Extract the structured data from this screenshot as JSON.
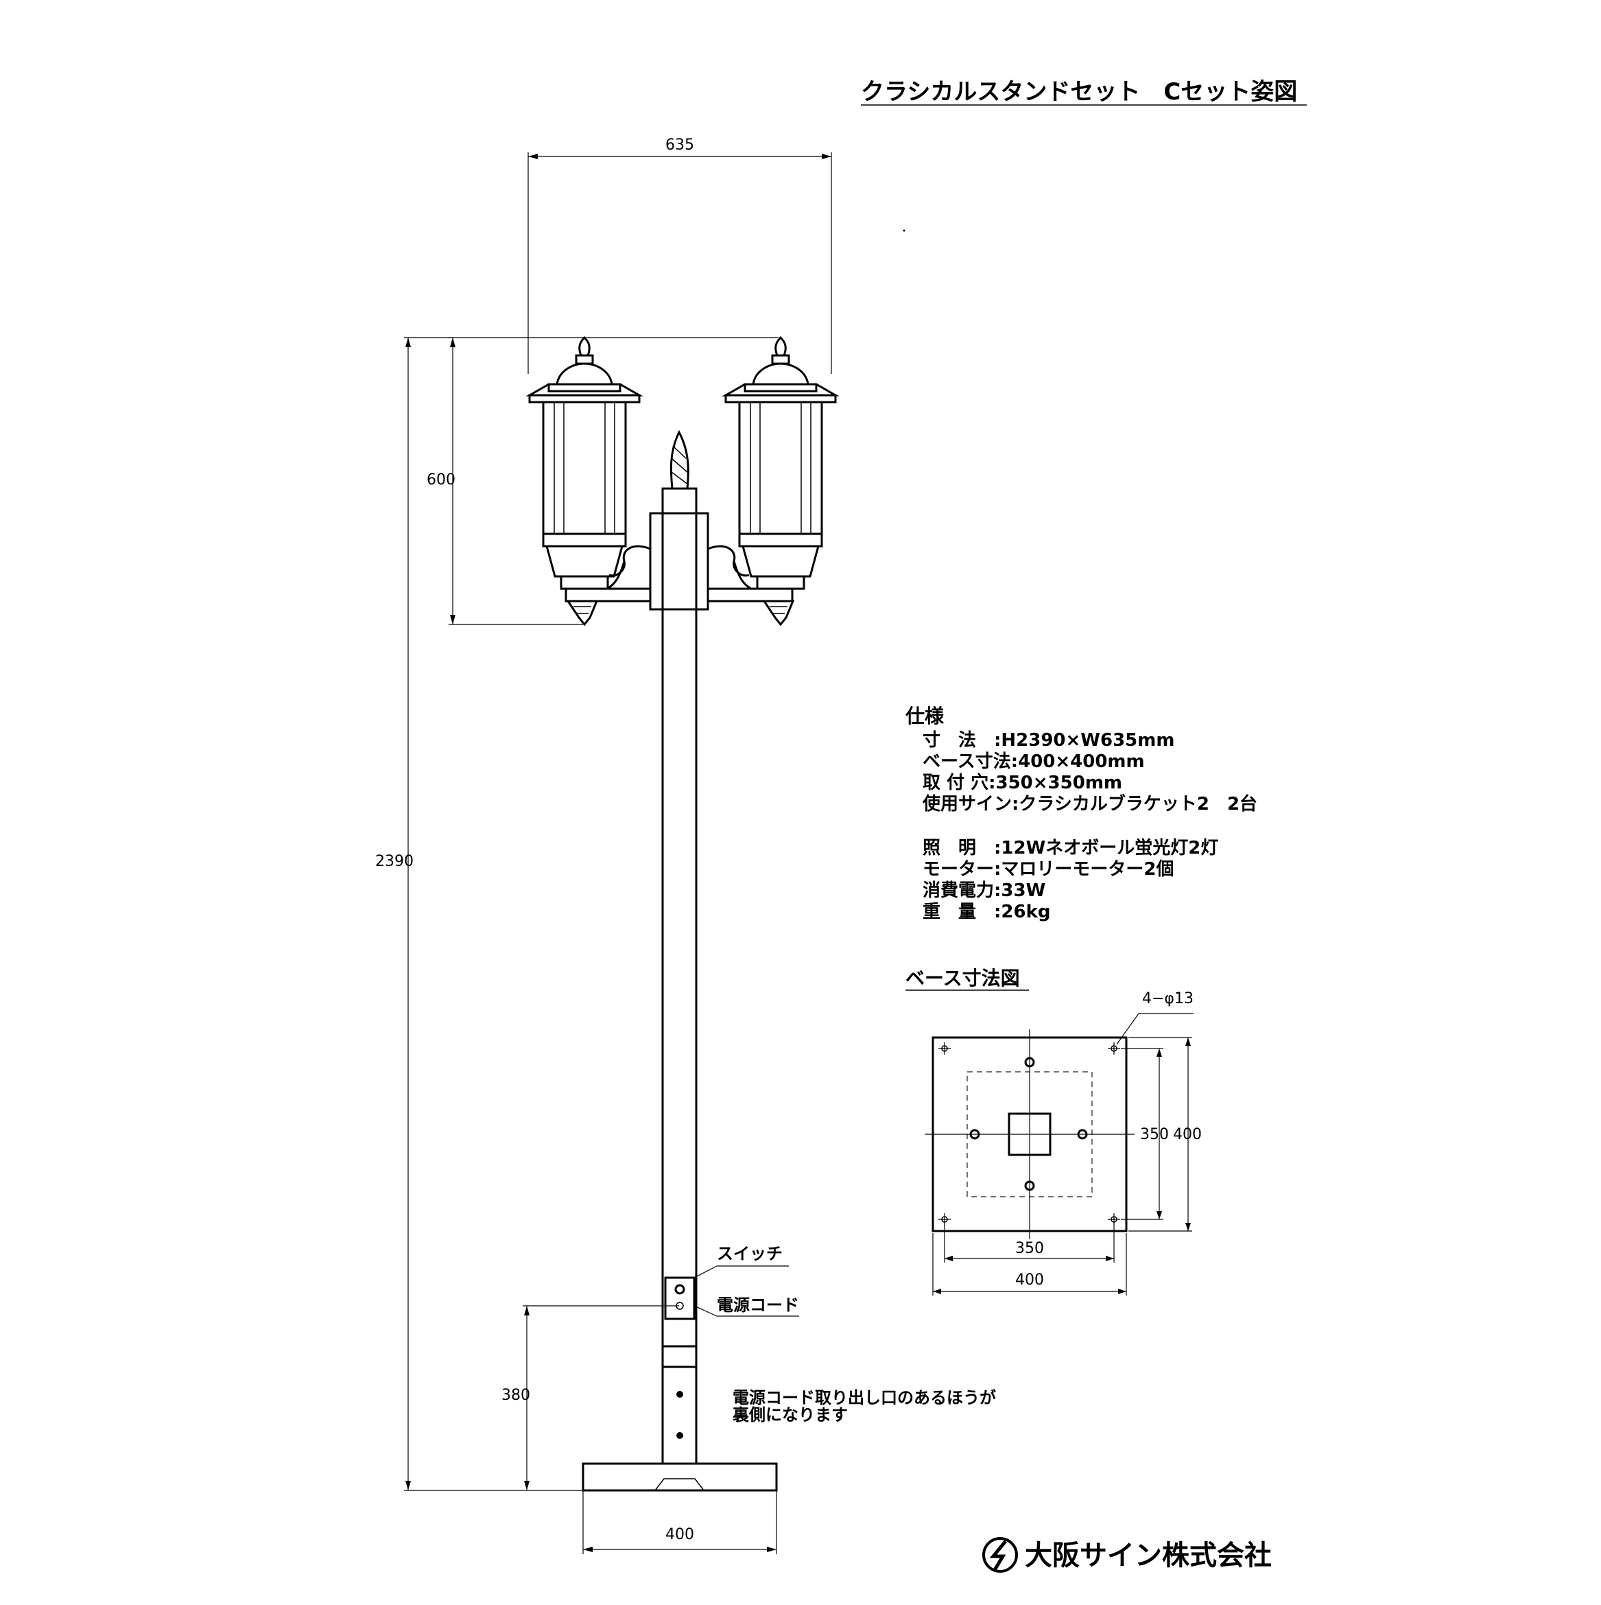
{
  "title": "クラシカルスタンドセット　Cセット姿図",
  "dimensions": {
    "width_total": "635",
    "height_lamp": "600",
    "height_total": "2390",
    "height_cord": "380",
    "base_width": "400"
  },
  "labels": {
    "switch": "スイッチ",
    "power_cord": "電源コード",
    "note_line1": "電源コード取り出し口のあるほうが",
    "note_line2": "裏側になります"
  },
  "spec": {
    "heading": "仕様",
    "lines": [
      "寸　法　:H2390×W635mm",
      "ベース寸法:400×400mm",
      "取 付 穴:350×350mm",
      "使用サイン:クラシカルブラケット2　2台",
      "照　明　:12Wネオボール蛍光灯2灯",
      "モーター:マロリーモーター2個",
      "消費電力:33W",
      "重　量　:26kg"
    ]
  },
  "base_diagram": {
    "heading": "ベース寸法図",
    "hole_label": "4−φ13",
    "dim_350_v": "350",
    "dim_400_v": "400",
    "dim_350_h": "350",
    "dim_400_h": "400"
  },
  "company": {
    "name": "大阪サイン株式会社"
  }
}
